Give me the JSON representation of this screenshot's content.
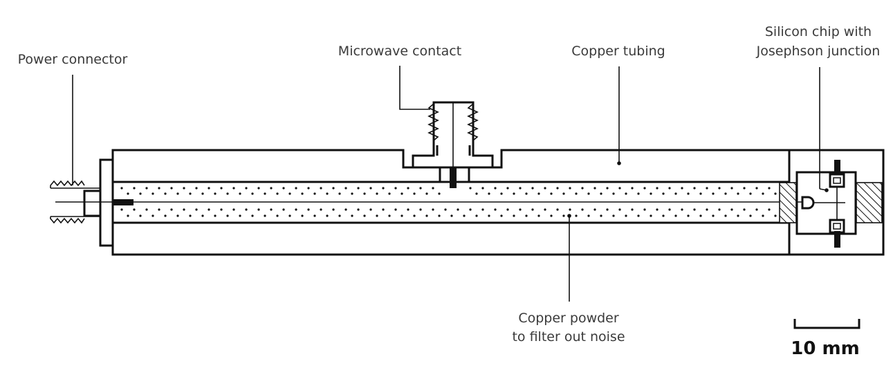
{
  "labels": {
    "power_connector": "Power connector",
    "microwave_contact": "Microwave contact",
    "copper_tubing": "Copper tubing",
    "silicon_chip_line1": "Silicon chip with",
    "silicon_chip_line2": "Josephson junction",
    "copper_powder_line1": "Copper powder",
    "copper_powder_line2": "to filter out noise"
  },
  "scale_bar": {
    "label": "10 mm"
  }
}
